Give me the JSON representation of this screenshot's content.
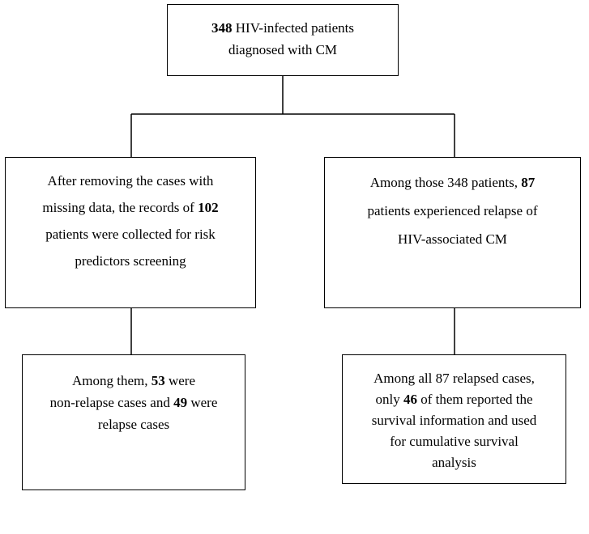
{
  "diagram": {
    "type": "flowchart",
    "top_box": {
      "count": "348",
      "text_line1": " HIV-infected patients",
      "text_line2": "diagnosed with CM"
    },
    "left_middle_box": {
      "line1": "After removing the cases with",
      "line2_prefix": "missing data, the records of ",
      "count": "102",
      "line3": "patients were collected for risk",
      "line4": "predictors screening"
    },
    "right_middle_box": {
      "line1_prefix": "Among those 348 patients, ",
      "count": "87",
      "line2": "patients experienced relapse of",
      "line3": "HIV-associated CM"
    },
    "left_bottom_box": {
      "line1_prefix": "Among them, ",
      "non_relapse_count": "53",
      "line1_suffix": " were",
      "line2_prefix": "non-relapse cases and ",
      "relapse_count": "49",
      "line2_suffix": " were",
      "line3": "relapse cases"
    },
    "right_bottom_box": {
      "line1": "Among all 87 relapsed cases,",
      "line2_prefix": "only ",
      "count": "46",
      "line2_suffix": " of them reported the",
      "line3": "survival information and used",
      "line4": "for cumulative survival",
      "line5": "analysis"
    }
  }
}
